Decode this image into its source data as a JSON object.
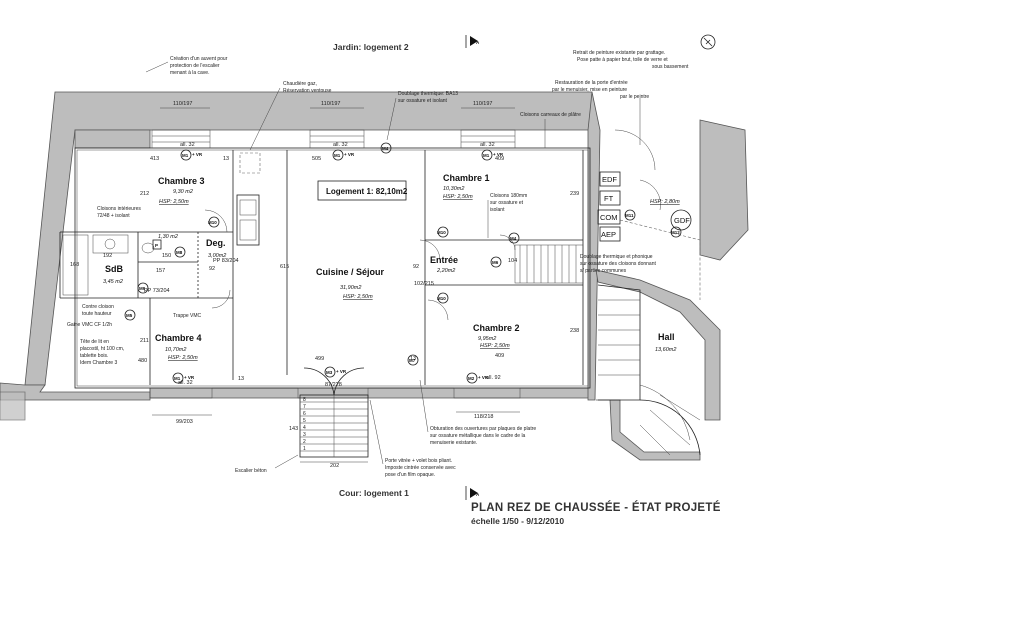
{
  "plan": {
    "title": "PLAN REZ DE CHAUSSÉE - ÉTAT PROJETÉ",
    "subtitle": "échelle 1/50 - 9/12/2010",
    "garden_label": "Jardin: logement 2",
    "court_label": "Cour: logement 1",
    "dwelling_label": "Logement 1: 82,10m2",
    "section_marker": "A"
  },
  "rooms": {
    "chambre3": {
      "name": "Chambre 3",
      "area": "9,30 m2",
      "hsp": "HSP: 2,50m"
    },
    "chambre1": {
      "name": "Chambre 1",
      "area": "10,30m2",
      "hsp": "HSP: 2,50m"
    },
    "chambre2": {
      "name": "Chambre 2",
      "area": "9,95m2",
      "hsp": "HSP: 2,50m"
    },
    "chambre4": {
      "name": "Chambre 4",
      "area": "10,70m2",
      "hsp": "HSP: 2,50m"
    },
    "sejour": {
      "name": "Cuisine / Séjour",
      "area": "31,90m2",
      "hsp": "HSP: 2,50m"
    },
    "entree": {
      "name": "Entrée",
      "area": "2,20m2"
    },
    "sdb": {
      "name": "SdB",
      "area": "3,45 m2"
    },
    "deg": {
      "name": "Deg.",
      "area": "3,00m2"
    },
    "wc": {
      "area": "1,30 m2"
    },
    "hall": {
      "name": "Hall",
      "area": "13,60m2",
      "hsp": "HSP: 2,80m"
    }
  },
  "annotations": {
    "auvent": [
      "Création d'un auvent pour",
      "protection de l'escalier",
      "menant à la cave."
    ],
    "chaudiere": [
      "Chaudière gaz,",
      "Réservation ventouse"
    ],
    "doublage": [
      "Doublage thermique: BA13",
      "sur ossature et isolant"
    ],
    "retrait": [
      "Retrait de peinture existante par grattage.",
      "Pose patte à papier brut, toile de verre et",
      "sous bassement"
    ],
    "restauration": [
      "Restauration de la porte d'entrée",
      "par le menuisier, mise en peinture",
      "par le peintre"
    ],
    "cloisons_carreaux": "Cloisons carreaux de plâtre",
    "cloisons_interieures": [
      "Cloisons intérieures",
      "72/48 + isolant"
    ],
    "cloisons_180": [
      "Cloisons 180mm",
      "sur ossature et",
      "isolant"
    ],
    "doublage_phonique": [
      "Doublage thermique et phonique",
      "sur ossature des cloisons donnant",
      "s/ parties communes"
    ],
    "contre_cloison": [
      "Contre cloison",
      "toute hauteur"
    ],
    "gaine": "Gaine VMC CF 1/2h",
    "trappe": "Trappe VMC",
    "tete_lit": [
      "Tête de lit en",
      "placostil, ht 100 cm,",
      "tablette bois.",
      "Idem Chambre 3"
    ],
    "escalier": "Escalier béton",
    "obturation": [
      "Obturation des ouvertures par plaques de platre",
      "sur ossature métallique dans le cadre de la",
      "menuiserie existante."
    ],
    "porte_vitree": [
      "Porte vitrée + volet bois pliant.",
      "Imposte cintrée conservée avec",
      "pose d'un film opaque."
    ]
  },
  "meters": {
    "edf": "EDF",
    "ft": "FT",
    "com": "COM",
    "aep": "AEP",
    "gdf": "GDF"
  },
  "badges": {
    "m1": "M1",
    "m2": "M2",
    "m3": "M3",
    "m4": "M4",
    "m5": "M5",
    "m6": "M6",
    "m7": "M7",
    "m8": "M8",
    "m9": "M9",
    "m10": "M10",
    "m11": "M11",
    "m12": "M12",
    "p": "P",
    "vr": "+ VR"
  },
  "dimensions": {
    "win_top_left": "110/197",
    "win_top_mid": "110/197",
    "win_top_right": "110/197",
    "all32": "all. 32",
    "all92": "all. 92",
    "d413": "413",
    "d13": "13",
    "d505": "505",
    "d409": "409",
    "d239": "239",
    "d212": "212",
    "d192": "192",
    "d157": "157",
    "d92": "92",
    "d615": "615",
    "d211": "211",
    "d480": "480",
    "d499": "499",
    "d238": "238",
    "d104": "104",
    "d143": "143",
    "d202": "202",
    "d118_218": "118/218",
    "d87_228": "87/228",
    "d99_203": "99/203",
    "pp83_204": "PP 83/204",
    "pp73_204": "PP 73/204",
    "d102_215": "102/215",
    "d150": "150",
    "d7": "7",
    "d168": "168"
  }
}
